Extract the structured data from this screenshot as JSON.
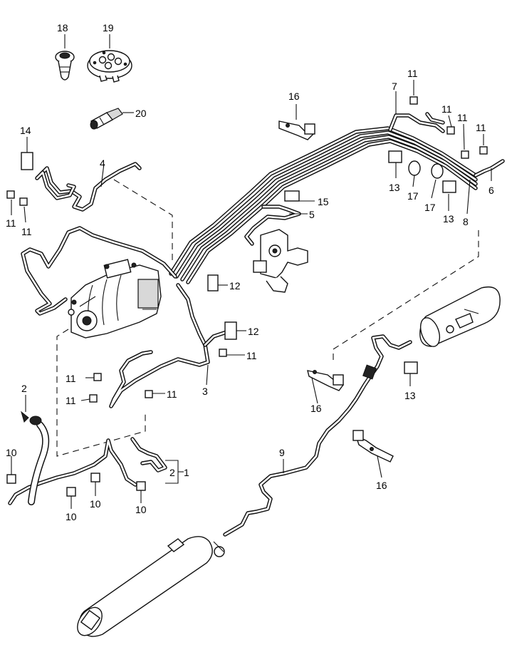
{
  "diagram": {
    "callouts": {
      "c18": "18",
      "c19": "19",
      "c20": "20",
      "c16a": "16",
      "c7": "7",
      "c11a": "11",
      "c11b": "11",
      "c11c": "11",
      "c11d": "11",
      "c14": "14",
      "c4": "4",
      "c11e": "11",
      "c11f": "11",
      "c13a": "13",
      "c17a": "17",
      "c17b": "17",
      "c13b": "13",
      "c8": "8",
      "c6": "6",
      "c15": "15",
      "c5": "5",
      "c12a": "12",
      "c12b": "12",
      "c11g": "11",
      "c11h": "11",
      "c11i": "11",
      "c11j": "11",
      "c3": "3",
      "c2a": "2",
      "c13c": "13",
      "c16b": "16",
      "c10a": "10",
      "c10b": "10",
      "c10c": "10",
      "c10d": "10",
      "c2b": "2",
      "c1": "1",
      "c9": "9",
      "c16c": "16"
    }
  }
}
